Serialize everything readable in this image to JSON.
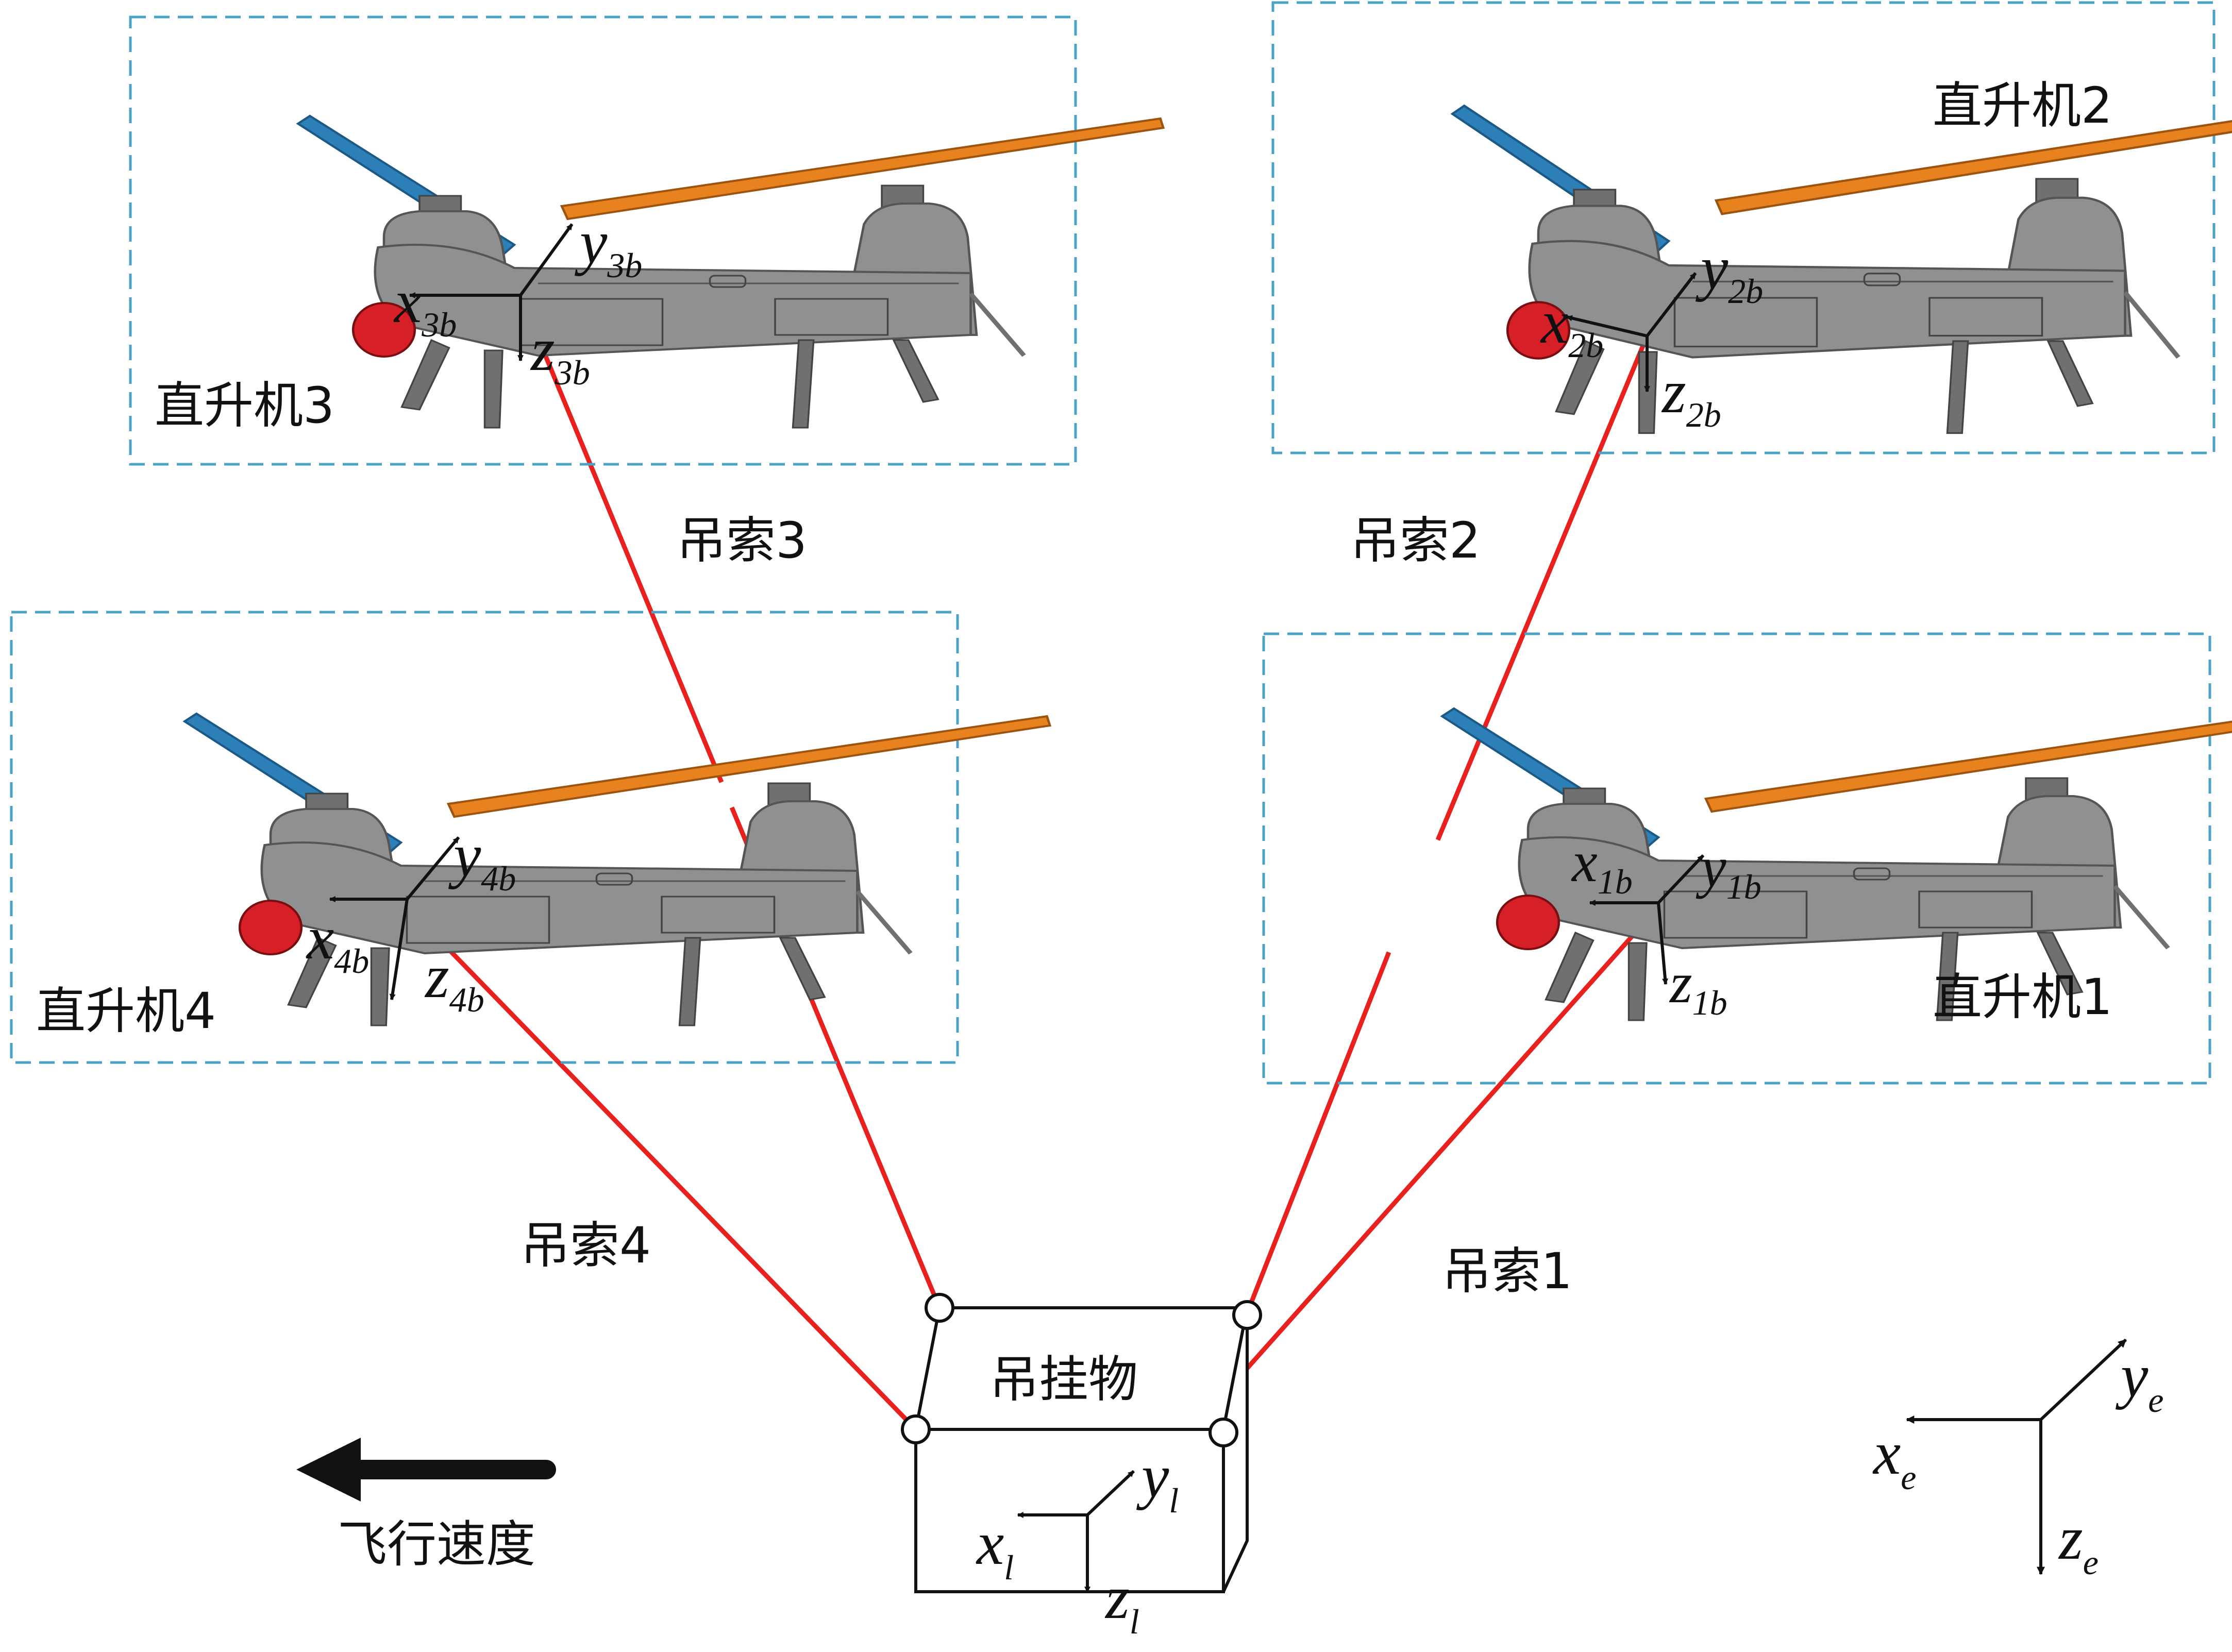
{
  "colors": {
    "cable": "#e8201e",
    "frame": "#4aa3c7",
    "body": "#8e9092",
    "rotor_front": "#2d7fb8",
    "rotor_rear": "#e8821e",
    "sensor": "#d61f26",
    "arrow": "#111111"
  },
  "helicopters": [
    {
      "label": "直升机1",
      "x_main": "x",
      "x_sub": "1b",
      "y_main": "y",
      "y_sub": "1b",
      "z_main": "z",
      "z_sub": "1b"
    },
    {
      "label": "直升机2",
      "x_main": "x",
      "x_sub": "2b",
      "y_main": "y",
      "y_sub": "2b",
      "z_main": "z",
      "z_sub": "2b"
    },
    {
      "label": "直升机3",
      "x_main": "x",
      "x_sub": "3b",
      "y_main": "y",
      "y_sub": "3b",
      "z_main": "z",
      "z_sub": "3b"
    },
    {
      "label": "直升机4",
      "x_main": "x",
      "x_sub": "4b",
      "y_main": "y",
      "y_sub": "4b",
      "z_main": "z",
      "z_sub": "4b"
    }
  ],
  "cables": {
    "c1": "吊索1",
    "c2": "吊索2",
    "c3": "吊索3",
    "c4": "吊索4"
  },
  "payload": {
    "label": "吊挂物",
    "x_main": "x",
    "x_sub": "l",
    "y_main": "y",
    "y_sub": "l",
    "z_main": "z",
    "z_sub": "l"
  },
  "earth_frame": {
    "x_main": "x",
    "x_sub": "e",
    "y_main": "y",
    "y_sub": "e",
    "z_main": "z",
    "z_sub": "e"
  },
  "velocity_label": "飞行速度"
}
